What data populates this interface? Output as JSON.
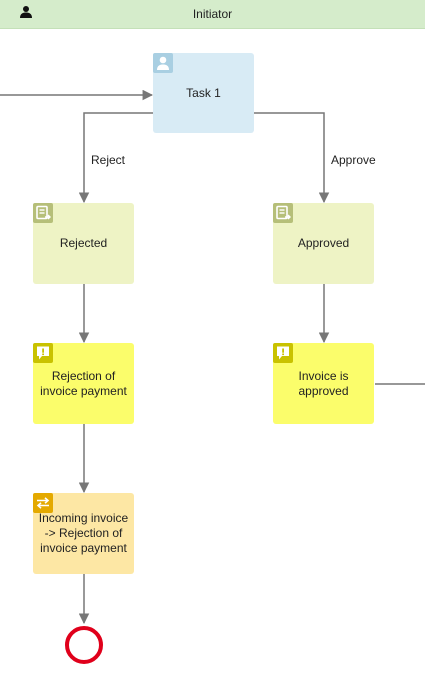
{
  "lane": {
    "title": "Initiator",
    "icon": "user-icon"
  },
  "nodes": {
    "task1": {
      "label": "Task 1",
      "icon": "user-task-icon",
      "fill": "#d8ebf5",
      "badge": "#a9cfe2"
    },
    "rejected": {
      "label": "Rejected",
      "icon": "status-document-icon",
      "fill": "#eef3c5",
      "badge": "#b6bf79"
    },
    "approved": {
      "label": "Approved",
      "icon": "status-document-icon",
      "fill": "#eef3c5",
      "badge": "#b6bf79"
    },
    "rejection_notice": {
      "label": "Rejection of invoice payment",
      "icon": "notification-icon",
      "fill": "#fbfd6b",
      "badge": "#c9c200"
    },
    "approved_notice": {
      "label": "Invoice is approved",
      "icon": "notification-icon",
      "fill": "#fbfd6b",
      "badge": "#c9c200"
    },
    "subprocess": {
      "label": "Incoming invoice -> Rejection of invoice payment",
      "icon": "swap-arrows-icon",
      "fill": "#fde7a4",
      "badge": "#e4a900"
    }
  },
  "edges": {
    "reject_label": "Reject",
    "approve_label": "Approve"
  },
  "colors": {
    "connector": "#777777",
    "end_event": "#e0001b"
  }
}
